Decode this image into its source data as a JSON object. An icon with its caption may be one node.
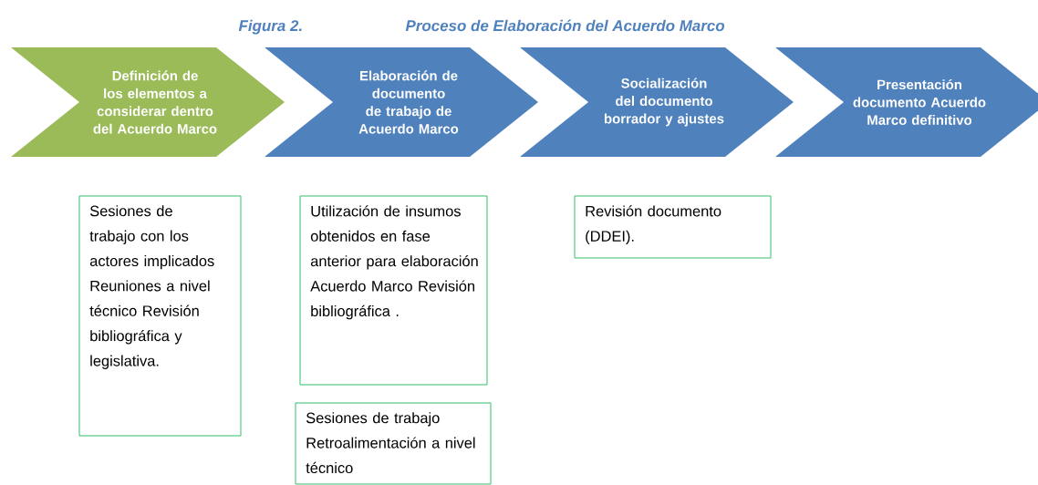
{
  "diagram": {
    "title": "Proceso de Elaboración del Acuerdo Marco",
    "labels": [
      "Figura 2."
    ],
    "nodes": [
      {
        "text": [
          "Definición de los elementos a considerar dentro del Acuerdo Marco"
        ]
      },
      {
        "text": [
          "Elaboración de documento de trabajo de Acuerdo Marco"
        ]
      },
      {
        "text": [
          "Socialización del documento borrador y ajustes"
        ]
      },
      {
        "text": [
          "Presentación documento Acuerdo Marco definitivo"
        ]
      },
      {
        "text": [
          "Sesiones de trabajo con los actores implicados Reuniones a nivel técnico Revisión bibliográfica y legislativa."
        ]
      },
      {
        "text": [
          "Utilización de insumos obtenidos en fase anterior para elaboración Acuerdo Marco Revisión bibliográfica ."
        ]
      },
      {
        "text": [
          "Sesiones de trabajo Retroalimentación a nivel técnico"
        ]
      },
      {
        "text": [
          "Revisión documento (DDEI)."
        ]
      }
    ]
  }
}
